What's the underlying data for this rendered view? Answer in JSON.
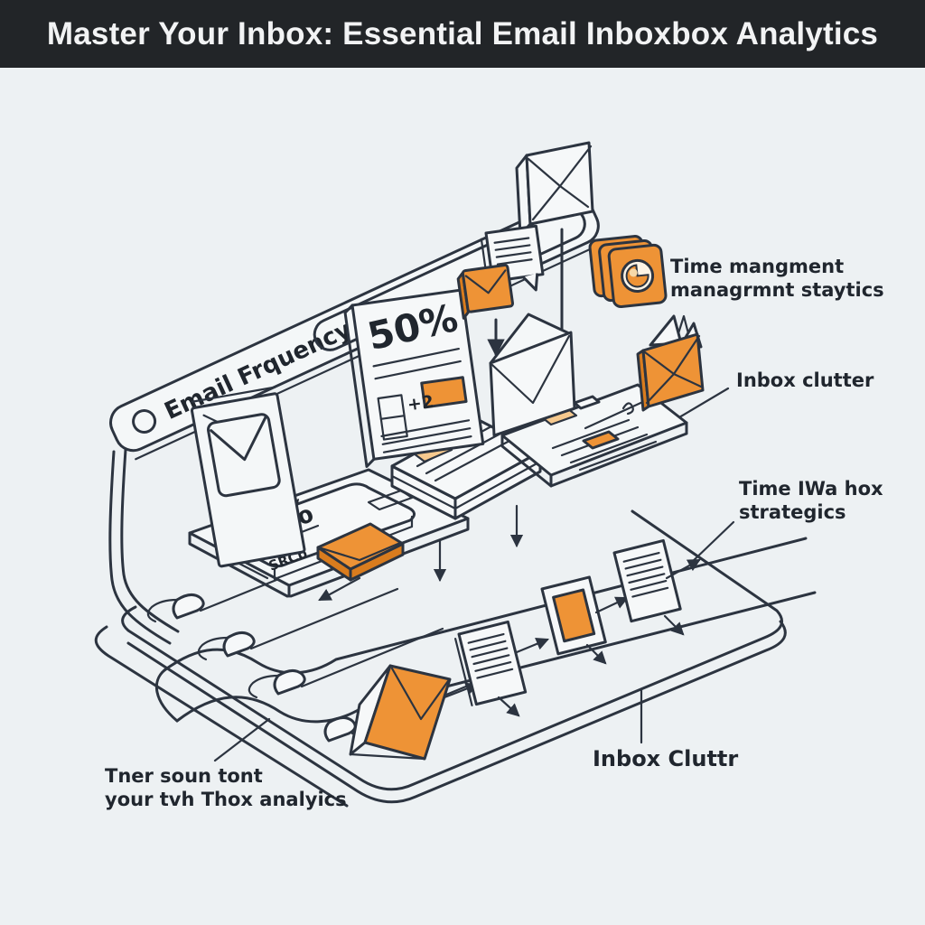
{
  "header": {
    "title": "Master Your Inbox: Essential Email Inboxbox Analytics",
    "background": "#222528",
    "text_color": "#f2f3f4"
  },
  "canvas": {
    "background": "#edf1f3",
    "line_color": "#2c3440",
    "accent_orange": "#ee9336",
    "accent_orange_dark": "#d97c1e",
    "accent_orange_light": "#f6c98e"
  },
  "browser": {
    "titlebar_text": "Email Frquency"
  },
  "stats": {
    "card50": {
      "value": "50%",
      "note": "+2"
    },
    "card60": {
      "value": "60%",
      "note": "SRCb"
    }
  },
  "labels": {
    "time_management_1": "Time mangment",
    "time_management_2": "managrmnt staytics",
    "inbox_clutter": "Inbox clutter",
    "time_strategies_1": "Time IWa hox",
    "time_strategies_2": "strategics",
    "inbox_cluttr": "Inbox Cluttr",
    "bottom_left_1": "Tner soun tont",
    "bottom_left_2": "your tvh Thox analyics"
  }
}
